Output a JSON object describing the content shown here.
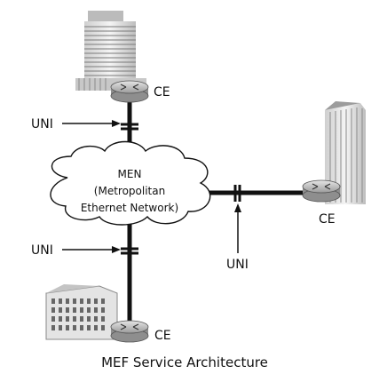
{
  "diagram": {
    "caption": "MEF Service Architecture",
    "network": {
      "line1": "MEN",
      "line2": "(Metropolitan",
      "line3": "Ethernet Network)"
    },
    "ce_top": "CE",
    "ce_right": "CE",
    "ce_bottom": "CE",
    "uni_top": "UNI",
    "uni_right": "UNI",
    "uni_bottom": "UNI"
  },
  "colors": {
    "line": "#111111",
    "router_body": "#9a9a9a",
    "router_top": "#d4d4d4",
    "cloud_fill": "#ffffff"
  }
}
